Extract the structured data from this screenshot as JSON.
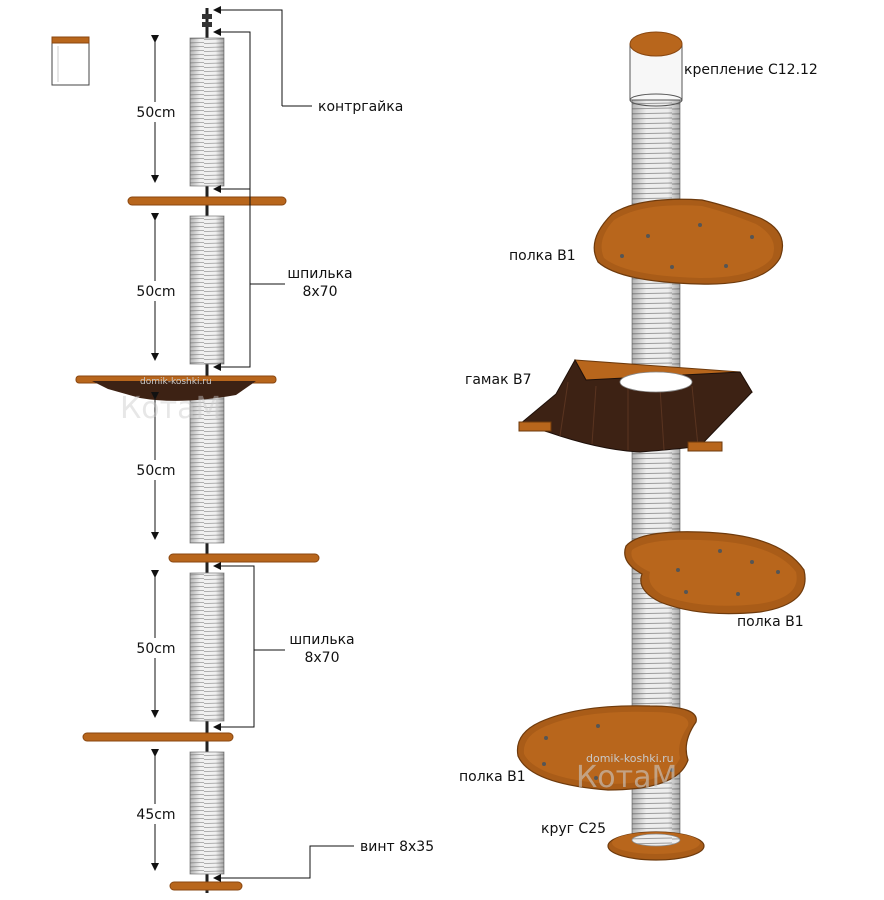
{
  "left_diagram": {
    "dimensions": [
      "50cm",
      "50cm",
      "50cm",
      "50cm",
      "45cm"
    ],
    "callouts": {
      "locknut": "контргайка",
      "stud_1": "шпилька",
      "stud_1_size": "8x70",
      "stud_2": "шпилька",
      "stud_2_size": "8x70",
      "screw": "винт 8x35"
    }
  },
  "right_diagram": {
    "labels": {
      "mount": "крепление C12.12",
      "shelf_top": "полка B1",
      "hammock": "гамак B7",
      "shelf_mid": "полка B1",
      "shelf_low": "полка B1",
      "base": "круг C25"
    }
  },
  "watermark": {
    "site": "domik-koshki.ru",
    "brand": "КотаМ"
  },
  "colors": {
    "wood": "#b8661c",
    "wood_dark": "#8a4710",
    "rope": "#e8e8e8",
    "hammock": "#3d2214",
    "line": "#111111"
  }
}
